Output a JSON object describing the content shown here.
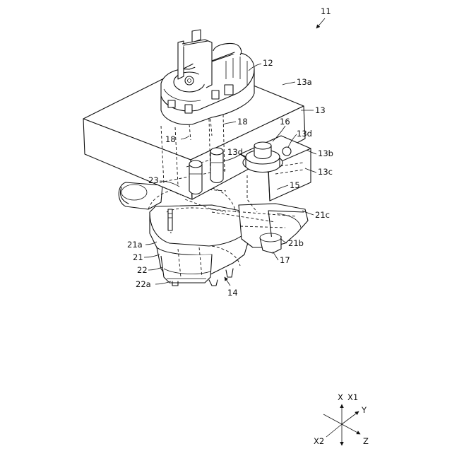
{
  "labels": {
    "l11": "11",
    "l12": "12",
    "l13a": "13a",
    "l13": "13",
    "l18a": "18",
    "l18b": "18",
    "l16": "16",
    "l13d_a": "13d",
    "l13b": "13b",
    "l13d_b": "13d",
    "l13c": "13c",
    "l23": "23",
    "l15": "15",
    "l21c": "21c",
    "l21a": "21a",
    "l21": "21",
    "l21b": "21b",
    "l22": "22",
    "l17": "17",
    "l22a": "22a",
    "l14": "14"
  },
  "axes": {
    "x": "X",
    "x1": "X1",
    "y": "Y",
    "x2": "X2",
    "z": "Z"
  }
}
